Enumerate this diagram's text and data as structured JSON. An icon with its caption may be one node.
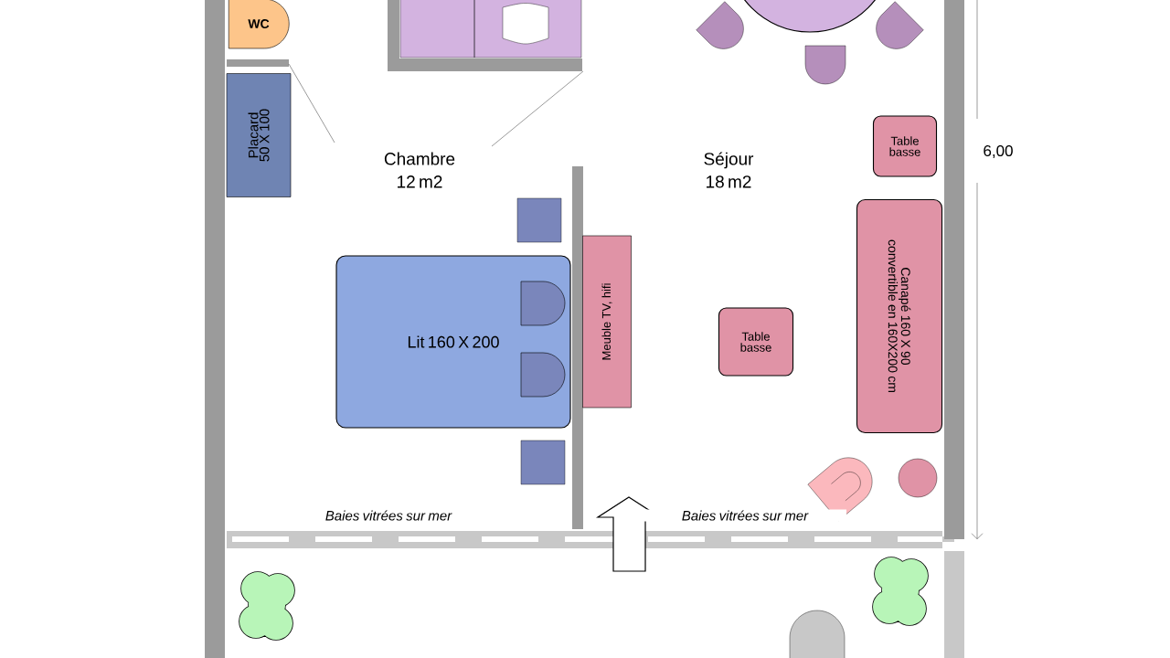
{
  "diagram": {
    "nodes": [
      {
        "text": [
          "WC"
        ]
      },
      {
        "text": [
          "Placard 50 X 100"
        ]
      },
      {
        "text": [
          "Table basse"
        ]
      },
      {
        "text": [
          "Canapé 160 X 90 convertible en 160X200 cm"
        ]
      },
      {
        "text": [
          "Meuble TV, hifi"
        ]
      },
      {
        "text": [
          "Lit 160 X 200"
        ]
      },
      {
        "text": [
          "Table basse"
        ]
      },
      {
        "text": [],
        "shape": "pillow",
        "in": 5
      },
      {
        "text": [],
        "shape": "pillow",
        "in": 5
      },
      {
        "text": [],
        "shape": "bar"
      },
      {
        "text": [],
        "shape": "circle"
      },
      {
        "text": [],
        "shape": "bar"
      },
      {
        "text": [],
        "shape": "bar"
      }
    ],
    "labels": [
      "Chambre 12 m2",
      "Séjour 18 m2",
      "6,00",
      "Baies vitrées sur mer",
      "Baies vitrées sur mer"
    ]
  }
}
